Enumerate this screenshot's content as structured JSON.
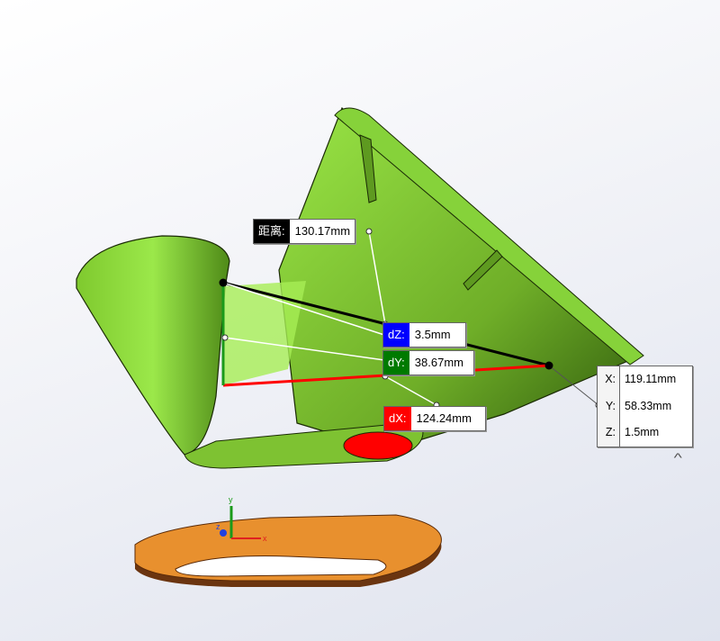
{
  "measure": {
    "distance": {
      "label": "距离:",
      "value": "130.17mm"
    },
    "dz": {
      "label": "dZ:",
      "value": "3.5mm",
      "color": "#0000ff"
    },
    "dy": {
      "label": "dY:",
      "value": "38.67mm",
      "color": "#007a00"
    },
    "dx": {
      "label": "dX:",
      "value": "124.24mm",
      "color": "#ff0000"
    }
  },
  "point": {
    "x_label": "X:",
    "x": "119.11mm",
    "y_label": "Y:",
    "y": "58.33mm",
    "z_label": "Z:",
    "z": "1.5mm"
  },
  "collapse_icon": "chevron-up-icon",
  "triad": {
    "x": "x",
    "y": "y",
    "z": "z"
  },
  "colors": {
    "part": "#8fd83a",
    "sketch": "#e08a2a"
  }
}
